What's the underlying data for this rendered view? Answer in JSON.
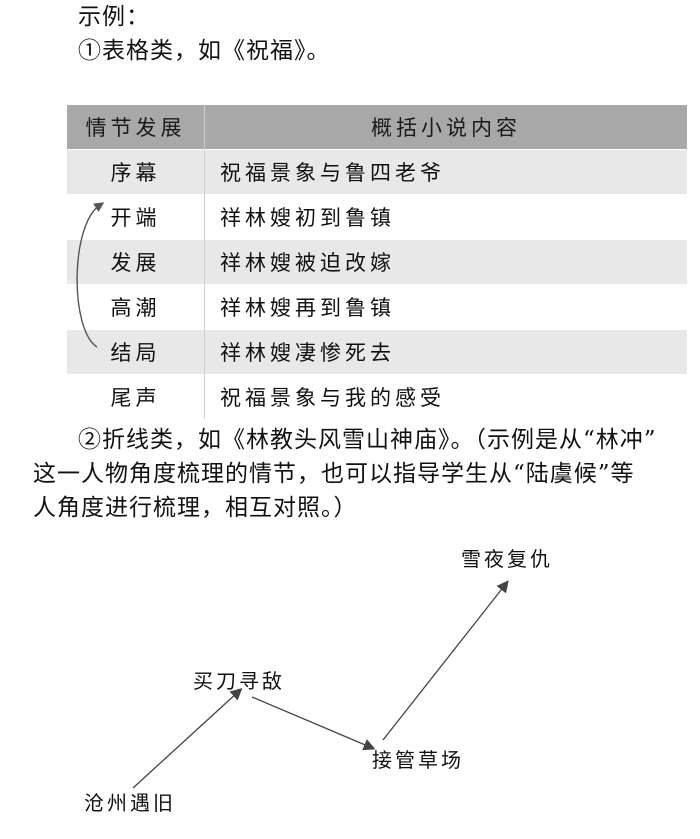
{
  "intro": {
    "label": "示例：",
    "example1": "①表格类，如《祝福》。"
  },
  "table": {
    "headers": [
      "情节发展",
      "概括小说内容"
    ],
    "rows": [
      {
        "stage": "序幕",
        "content": "祝福景象与鲁四老爷"
      },
      {
        "stage": "开端",
        "content": "祥林嫂初到鲁镇"
      },
      {
        "stage": "发展",
        "content": "祥林嫂被迫改嫁"
      },
      {
        "stage": "高潮",
        "content": "祥林嫂再到鲁镇"
      },
      {
        "stage": "结局",
        "content": "祥林嫂凄惨死去"
      },
      {
        "stage": "尾声",
        "content": "祝福景象与我的感受"
      }
    ]
  },
  "example2": {
    "line1": "②折线类，如《林教头风雪山神庙》。（示例是从“林冲”",
    "line2": "这一人物角度梳理的情节，也可以指导学生从“陆虞候”等",
    "line3": "人角度进行梳理，相互对照。）"
  },
  "diagram": {
    "nodes": [
      "沧州遇旧",
      "买刀寻敌",
      "接管草场",
      "雪夜复仇"
    ]
  }
}
